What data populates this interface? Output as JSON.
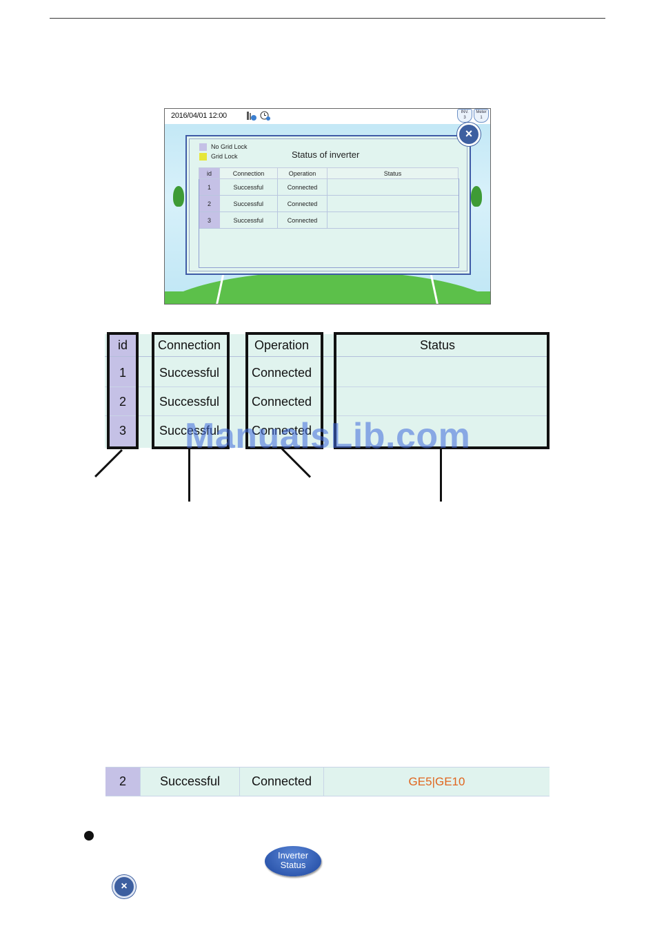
{
  "screen": {
    "datetime": "2016/04/01 12:00",
    "badges": [
      {
        "label": "INV.",
        "count": "3"
      },
      {
        "label": "Meter",
        "count": "1"
      }
    ],
    "close_symbol": "×",
    "legend": [
      {
        "label": "No Grid Lock",
        "color": "#c5c1e6"
      },
      {
        "label": "Grid Lock",
        "color": "#e6e63a"
      }
    ],
    "dialog_title": "Status of inverter",
    "headers": {
      "id": "id",
      "connection": "Connection",
      "operation": "Operation",
      "status": "Status"
    },
    "rows": [
      {
        "id": "1",
        "connection": "Successful",
        "operation": "Connected",
        "status": ""
      },
      {
        "id": "2",
        "connection": "Successful",
        "operation": "Connected",
        "status": ""
      },
      {
        "id": "3",
        "connection": "Successful",
        "operation": "Connected",
        "status": ""
      }
    ]
  },
  "zoom_table": {
    "headers": {
      "id": "id",
      "connection": "Connection",
      "operation": "Operation",
      "status": "Status"
    },
    "rows": [
      {
        "id": "1",
        "connection": "Successful",
        "operation": "Connected"
      },
      {
        "id": "2",
        "connection": "Successful",
        "operation": "Connected"
      },
      {
        "id": "3",
        "connection": "Successful",
        "operation": "Connected"
      }
    ]
  },
  "watermark": "ManualsLib.com",
  "example_row": {
    "id": "2",
    "connection": "Successful",
    "operation": "Connected",
    "status": "GE5|GE10",
    "status_color": "#e0651e"
  },
  "inverter_status_button": {
    "line1": "Inverter",
    "line2": "Status"
  },
  "close_button_symbol": "×"
}
